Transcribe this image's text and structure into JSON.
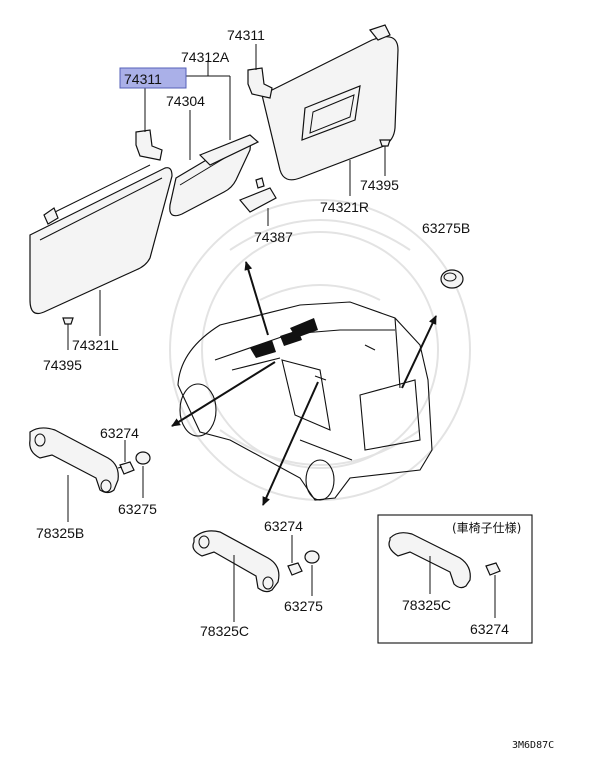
{
  "callouts": {
    "p74311_top": "74311",
    "p74311_hl": "74311",
    "p74312A": "74312A",
    "p74304": "74304",
    "p74395_r": "74395",
    "p74321R": "74321R",
    "p74387": "74387",
    "p63275B": "63275B",
    "p74321L": "74321L",
    "p74395_l": "74395",
    "p63274_a": "63274",
    "p63275_a": "63275",
    "p78325B": "78325B",
    "p63274_b": "63274",
    "p63275_b": "63275",
    "p78325C_a": "78325C",
    "p78325C_b": "78325C",
    "p63274_c": "63274"
  },
  "inset": {
    "title": "(車椅子仕様)"
  },
  "diagram_code": "3M6D87C",
  "colors": {
    "highlight": "#aab0e8",
    "ink": "#111111"
  }
}
